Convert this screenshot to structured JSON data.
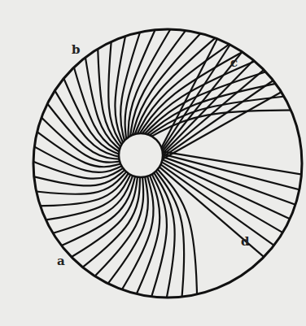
{
  "diagram": {
    "labels": [
      "b",
      "c",
      "d",
      "a"
    ]
  }
}
